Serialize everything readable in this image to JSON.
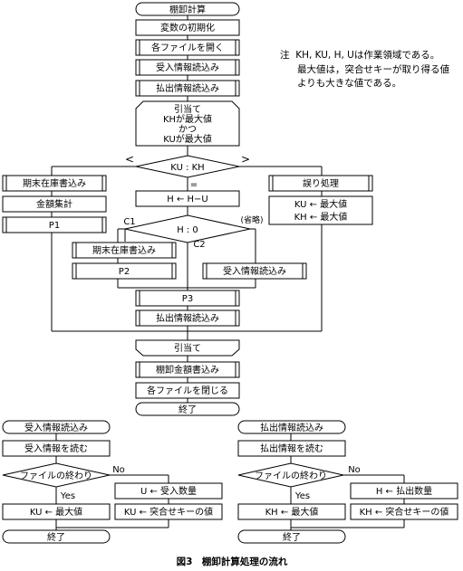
{
  "main": {
    "start": "棚卸計算",
    "init": "変数の初期化",
    "open_files": "各ファイルを開く",
    "read_receipt": "受入情報読込み",
    "read_issue": "払出情報読込み",
    "loop_start": [
      "引当て",
      "KHが最大値",
      "かつ",
      "KUが最大値"
    ],
    "compare": "KU : KH",
    "lt_mark": "<",
    "eq_mark": "=",
    "gt_mark": ">",
    "left": {
      "write_stock": "期末在庫書込み",
      "amount_total": "金額集計",
      "p1": "P1"
    },
    "center": {
      "assign_h": "H ← H−U",
      "decision": "H : 0",
      "c1": "C1",
      "c2": "C2",
      "omitted": "(省略)",
      "write_stock": "期末在庫書込み",
      "p2": "P2",
      "read_receipt": "受入情報読込み",
      "p3": "P3",
      "read_issue": "払出情報読込み"
    },
    "right": {
      "error": "誤り処理",
      "ku_max": "KU ← 最大値",
      "kh_max": "KH ← 最大値"
    },
    "loop_end": "引当て",
    "write_amount": "棚卸金額書込み",
    "close_files": "各ファイルを閉じる",
    "end": "終了"
  },
  "note": {
    "mark": "注",
    "line1": "KH, KU, H, Uは作業領域である。",
    "line2": "最大値は，突合せキーが取り得る値",
    "line3": "よりも大きな値である。"
  },
  "receipt_sub": {
    "title": "受入情報読込み",
    "read": "受入情報を読む",
    "decision": "ファイルの終わり",
    "no": "No",
    "yes": "Yes",
    "set_max": "KU ← 最大値",
    "set_qty": "U ← 受入数量",
    "set_key": "KU ← 突合せキーの値",
    "end": "終了"
  },
  "issue_sub": {
    "title": "払出情報読込み",
    "read": "払出情報を読む",
    "decision": "ファイルの終わり",
    "no": "No",
    "yes": "Yes",
    "set_max": "KH ← 最大値",
    "set_qty": "H ← 払出数量",
    "set_key": "KH ← 突合せキーの値",
    "end": "終了"
  },
  "caption": "図3　棚卸計算処理の流れ"
}
